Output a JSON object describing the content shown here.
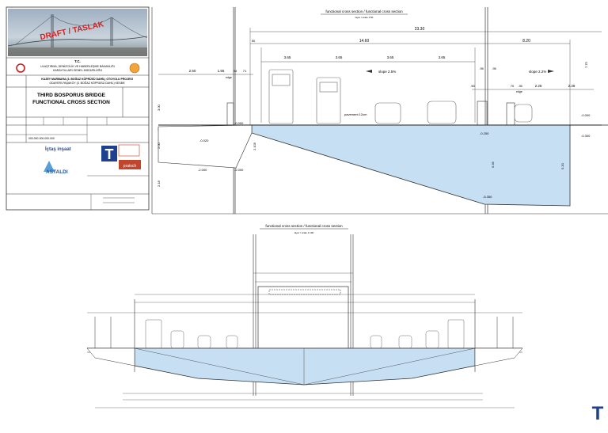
{
  "title_block": {
    "watermark": "DRAFT / TASLAK",
    "ministry_abbr": "T.C.",
    "ministry": "ULAŞTIRMA, DENİZCİLİK VE HABERLEŞME BAKANLIĞI",
    "directorate": "KARAYOLLARI GENEL MÜDÜRLÜĞÜ",
    "project_line1": "KUZEY MARMARA (3. BOĞAZ KÖPRÜSÜ DAHİL) OTOYOLU PROJESİ",
    "project_line2": "ODAYERİ-PAŞAKÖY (3. BOĞAZ KÖPRÜSÜ DAHİL) KESİMİ",
    "drawing_title_1": "THIRD BOSPORUS BRIDGE",
    "drawing_title_2": "FUNCTIONAL CROSS SECTION",
    "drawing_number": "000-000-000-000-000",
    "contractor_1": "İçtaş inşaat",
    "contractor_2": "ASTALDI",
    "brand_letter": "T",
    "designer": "pratsch"
  },
  "top_view": {
    "heading": "functional cross section / functional cross section",
    "scale": "layer / scale 1:50",
    "dims_top": [
      "23.30",
      "14.60",
      "8.20",
      "50"
    ],
    "lanes": [
      "3.65",
      "3.65",
      "3.65",
      "3.65"
    ],
    "left_dims": [
      "2.50",
      "1.55",
      "54",
      "71"
    ],
    "right_dims": [
      ".95",
      ".95",
      ".50",
      "70",
      ".35",
      "2.25",
      "2.25",
      "7.75"
    ],
    "slope_left": "slope 2.5%",
    "slope_right": "slope 2.2%",
    "pavement": "pavement 12cm",
    "levels": [
      "-0.000",
      "-0.020",
      "-0.250",
      "-0.000",
      "-0.300",
      "-2.000",
      "-2.000",
      "-5.350"
    ],
    "vertical_dims": [
      "3.00",
      "2.00",
      "2.105",
      "5.35",
      "5.20",
      "2.18"
    ],
    "edge_labels": [
      "edge",
      "edge"
    ]
  },
  "bottom_view": {
    "heading": "functional cross section / functional cross section",
    "scale": "layer / scale 1:100"
  },
  "corner_brand": {
    "letter": "T"
  }
}
